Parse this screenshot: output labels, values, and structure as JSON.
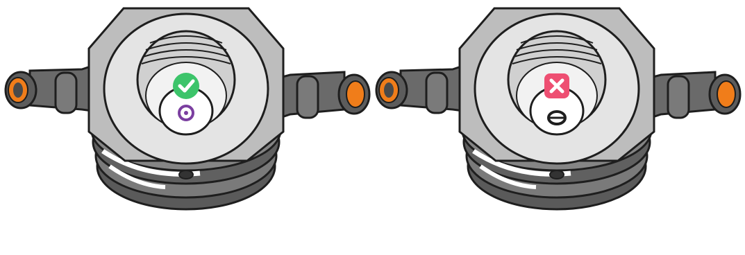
{
  "figure": {
    "panels": [
      {
        "id": "correct",
        "status": "correct",
        "badge_icon": "check-icon",
        "badge_color": "#3cc46a",
        "center_mark": "small-dot"
      },
      {
        "id": "incorrect",
        "status": "incorrect",
        "badge_icon": "x-icon",
        "badge_color": "#ee4f72",
        "center_mark": "split-ring"
      }
    ],
    "colors": {
      "metal_light": "#e4e4e4",
      "metal_mid": "#bdbdbd",
      "body_dark": "#6f6f6f",
      "body_darker": "#4e4e4e",
      "nozzle_orange": "#f07d1a",
      "dot_purple": "#7b3fa0",
      "outline": "#1e1e1e"
    }
  }
}
